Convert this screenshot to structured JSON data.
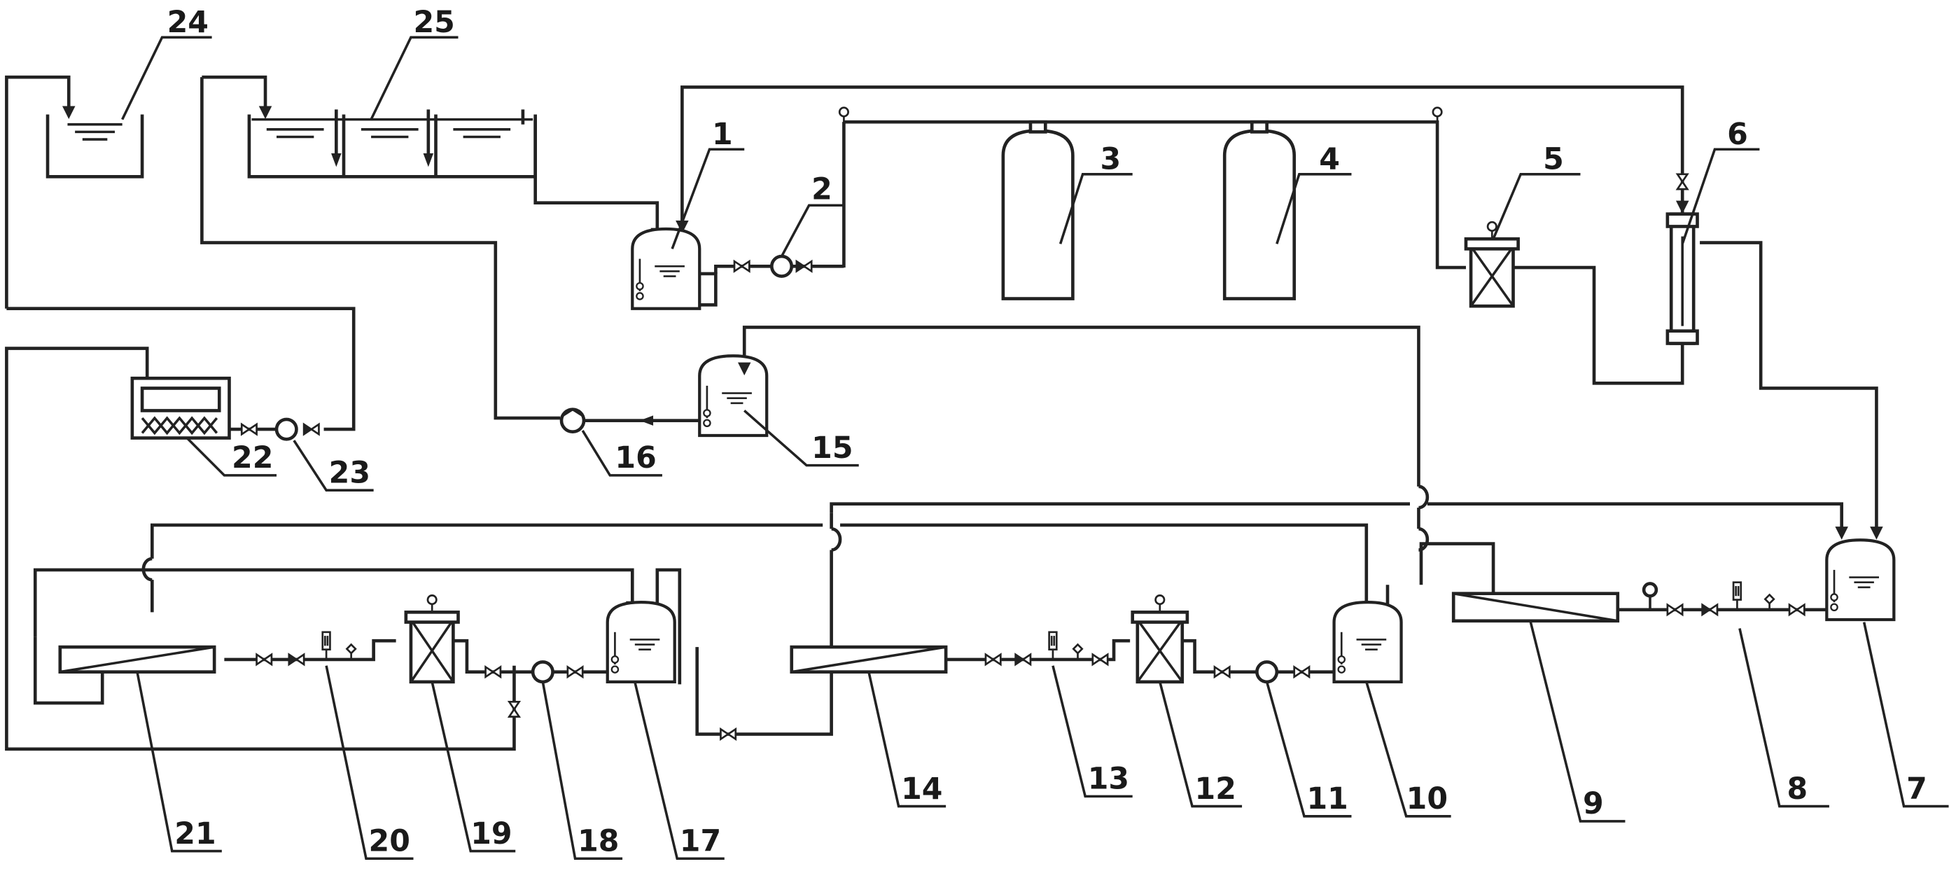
{
  "labels": {
    "c1": "1",
    "c2": "2",
    "c3": "3",
    "c4": "4",
    "c5": "5",
    "c6": "6",
    "c7": "7",
    "c8": "8",
    "c9": "9",
    "c10": "10",
    "c11": "11",
    "c12": "12",
    "c13": "13",
    "c14": "14",
    "c15": "15",
    "c16": "16",
    "c17": "17",
    "c18": "18",
    "c19": "19",
    "c20": "20",
    "c21": "21",
    "c22": "22",
    "c23": "23",
    "c24": "24",
    "c25": "25"
  }
}
